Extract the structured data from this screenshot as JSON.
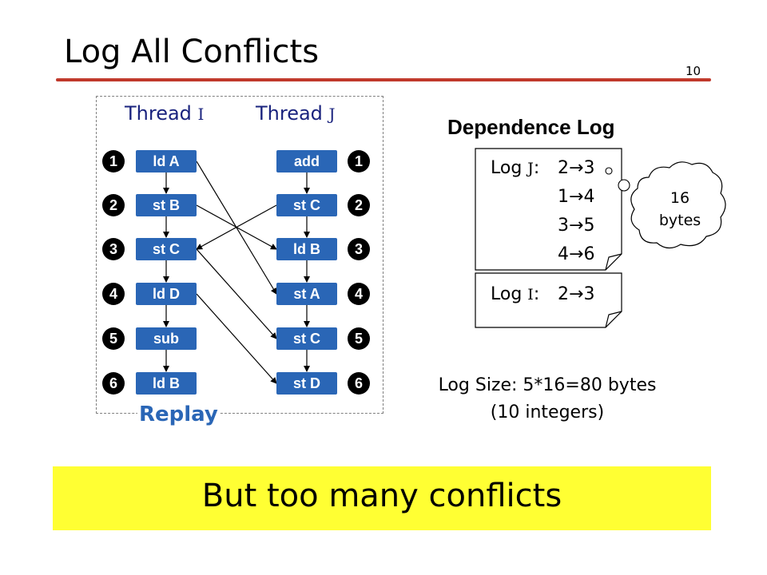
{
  "slide": {
    "title": "Log All Conflicts",
    "page_number": "10"
  },
  "threads": {
    "i_label_prefix": "Thread ",
    "i_var": "I",
    "j_label_prefix": "Thread ",
    "j_var": "J",
    "thread_i_instructions": [
      "ld A",
      "st B",
      "st C",
      "ld D",
      "sub",
      "ld B"
    ],
    "thread_j_instructions": [
      "add",
      "st C",
      "ld B",
      "st A",
      "st C",
      "st D"
    ],
    "step_numbers": [
      "1",
      "2",
      "3",
      "4",
      "5",
      "6"
    ],
    "replay_label": "Replay",
    "conflicts": [
      {
        "from_thread": "I",
        "from_step": 1,
        "to_thread": "J",
        "to_step": 4
      },
      {
        "from_thread": "I",
        "from_step": 2,
        "to_thread": "J",
        "to_step": 3
      },
      {
        "from_thread": "J",
        "from_step": 2,
        "to_thread": "I",
        "to_step": 3
      },
      {
        "from_thread": "I",
        "from_step": 3,
        "to_thread": "J",
        "to_step": 5
      },
      {
        "from_thread": "I",
        "from_step": 4,
        "to_thread": "J",
        "to_step": 6
      }
    ]
  },
  "dependence_log": {
    "title": "Dependence Log",
    "log_j_prefix": "Log ",
    "log_j_var": "J",
    "log_j_colon": ":",
    "log_j_entries": [
      {
        "from": "2",
        "to": "3"
      },
      {
        "from": "1",
        "to": "4"
      },
      {
        "from": "3",
        "to": "5"
      },
      {
        "from": "4",
        "to": "6"
      }
    ],
    "log_i_prefix": "Log ",
    "log_i_var": "I",
    "log_i_colon": ":",
    "log_i_entries": [
      {
        "from": "2",
        "to": "3"
      }
    ],
    "arrow_glyph": "→",
    "bubble_line1": "16",
    "bubble_line2": "bytes",
    "log_size_line1": "Log Size: 5*16=80 bytes",
    "log_size_line2": "(10 integers)"
  },
  "banner": {
    "text": "But too many conflicts",
    "color": "#ffff33"
  },
  "colors": {
    "instruction_box": "#2a66b6",
    "thread_label": "#1a237e",
    "title_rule": "#c0392b"
  }
}
